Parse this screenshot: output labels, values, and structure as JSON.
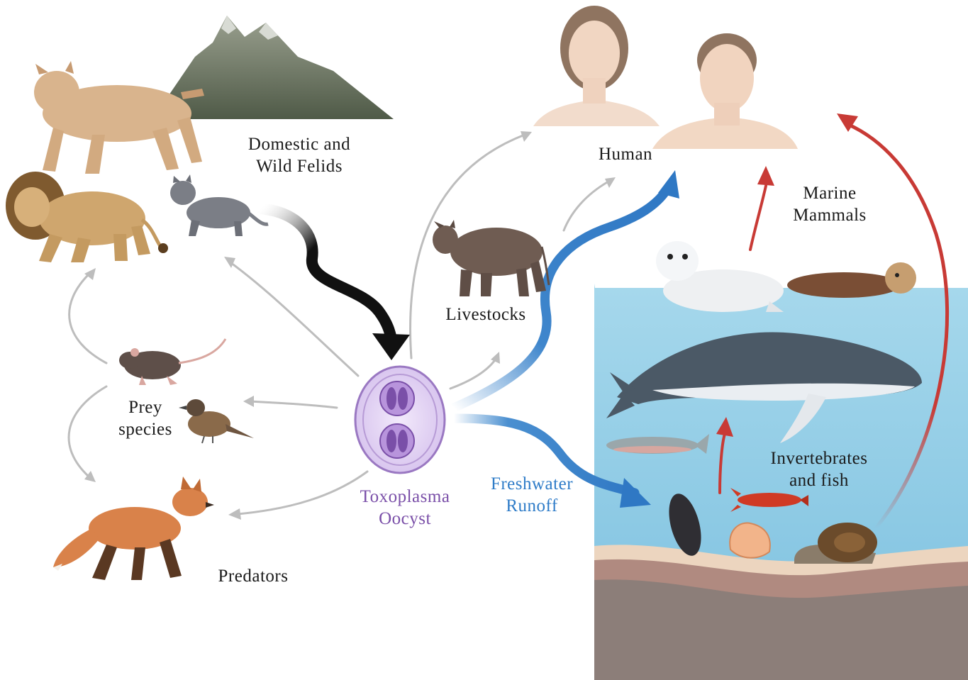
{
  "labels": {
    "felids": [
      "Domestic and",
      "Wild Felids"
    ],
    "human": "Human",
    "marine_mammals": [
      "Marine",
      "Mammals"
    ],
    "livestocks": "Livestocks",
    "prey": [
      "Prey",
      "species"
    ],
    "predators": "Predators",
    "oocyst": [
      "Toxoplasma",
      "Oocyst"
    ],
    "runoff": [
      "Freshwater",
      "Runoff"
    ],
    "invertebrates": [
      "Invertebrates",
      "and fish"
    ]
  },
  "colors": {
    "gray_arrow": "#bdbdbd",
    "black_arrow": "#111111",
    "blue_arrow": "#2f7cc8",
    "red_arrow": "#c83a35",
    "oocyst_purple": "#7a4fa8",
    "runoff_blue": "#2f7cc8",
    "water": "#8fcce4",
    "sediment": "#9a8880"
  }
}
